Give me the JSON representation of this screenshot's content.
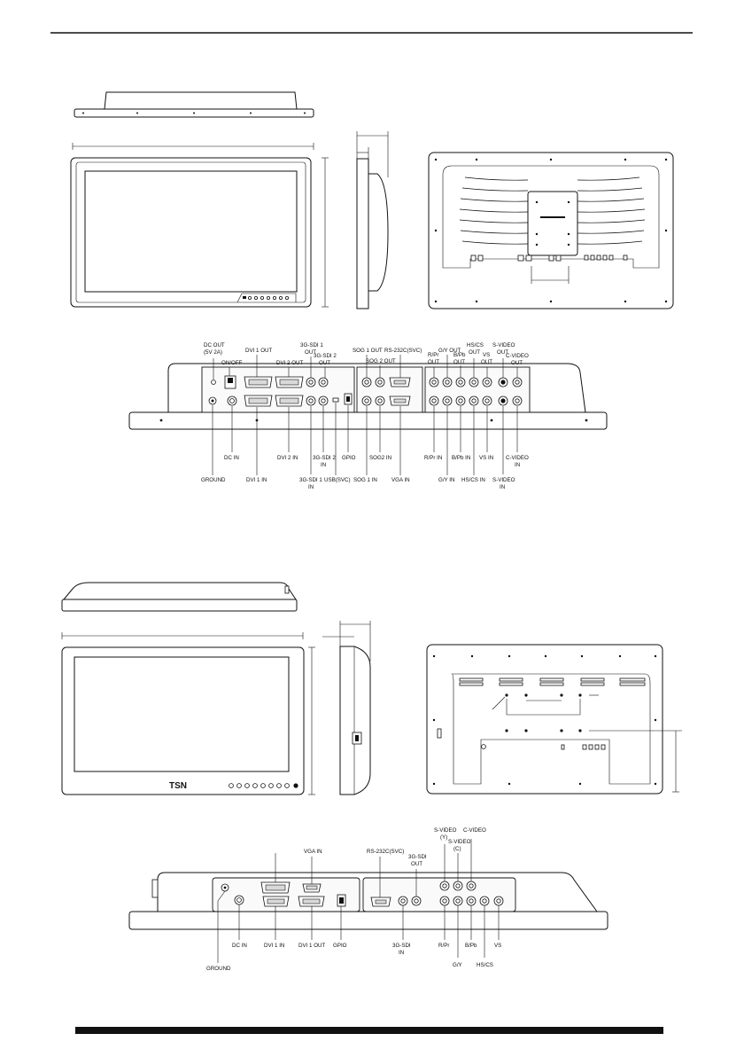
{
  "model_a": {
    "labels": {
      "dc_out": "DC OUT",
      "dc_out_spec": "(5V 2A)",
      "on_off": "ON/OFF",
      "dvi1_out": "DVI 1 OUT",
      "dvi2_out": "DVI 2 OUT",
      "sdi1_out_l1": "3G-SDI 1",
      "sdi1_out_l2": "OUT",
      "sdi2_out_l1": "3G-SDI 2",
      "sdi2_out_l2": "OUT",
      "sog1_out": "SOG 1 OUT",
      "sog2_out": "SOG 2 OUT",
      "rs232": "RS-232C(SVC)",
      "rpr_out_l1": "R/Pr",
      "rpr_out_l2": "OUT",
      "gy_out": "G/Y OUT",
      "bpb_out_l1": "B/Pb",
      "bpb_out_l2": "OUT",
      "hscs_out_l1": "HS/CS",
      "hscs_out_l2": "OUT",
      "vs_out_l1": "VS",
      "vs_out_l2": "OUT",
      "svideo_out_l1": "S-VIDEO",
      "svideo_out_l2": "OUT",
      "cvideo_out_l1": "C-VIDEO",
      "cvideo_out_l2": "OUT",
      "ground": "GROUND",
      "dc_in": "DC IN",
      "dvi1_in": "DVI 1 IN",
      "dvi2_in": "DVI 2 IN",
      "sdi1_in_l1": "3G-SDI 1",
      "sdi1_in_l2": "IN",
      "sdi2_in_l1": "3G-SDI 2",
      "sdi2_in_l2": "IN",
      "usb": "USB(SVC)",
      "gpio": "GPIO",
      "sog1_in": "SOG 1 IN",
      "sog2_in": "SOG2 IN",
      "vga_in": "VGA IN",
      "rpr_in": "R/Pr IN",
      "gy_in": "G/Y IN",
      "bpb_in": "B/Pb IN",
      "hscs_in": "HS/CS IN",
      "vs_in": "VS IN",
      "svideo_in_l1": "S-VIDEO",
      "svideo_in_l2": "IN",
      "cvideo_in_l1": "C-VIDEO",
      "cvideo_in_l2": "IN"
    }
  },
  "model_b": {
    "logo": "TSN",
    "labels": {
      "vga_in": "VGA IN",
      "rs232": "RS-232C(SVC)",
      "sdi_out_l1": "3G-SDI",
      "sdi_out_l2": "OUT",
      "svideo_y_l1": "S-VIDEO",
      "svideo_y_l2": "(Y)",
      "svideo_c_l1": "S-VIDEO",
      "svideo_c_l2": "(C)",
      "cvideo": "C-VIDEO",
      "ground": "GROUND",
      "dc_in": "DC IN",
      "dvi1_in": "DVI 1 IN",
      "dvi1_out": "DVI 1 OUT",
      "gpio": "GPIO",
      "sdi_in_l1": "3G-SDI",
      "sdi_in_l2": "IN",
      "rpr": "R/Pr",
      "gy": "G/Y",
      "bpb": "B/Pb",
      "hscs": "HS/CS",
      "vs": "VS"
    }
  }
}
